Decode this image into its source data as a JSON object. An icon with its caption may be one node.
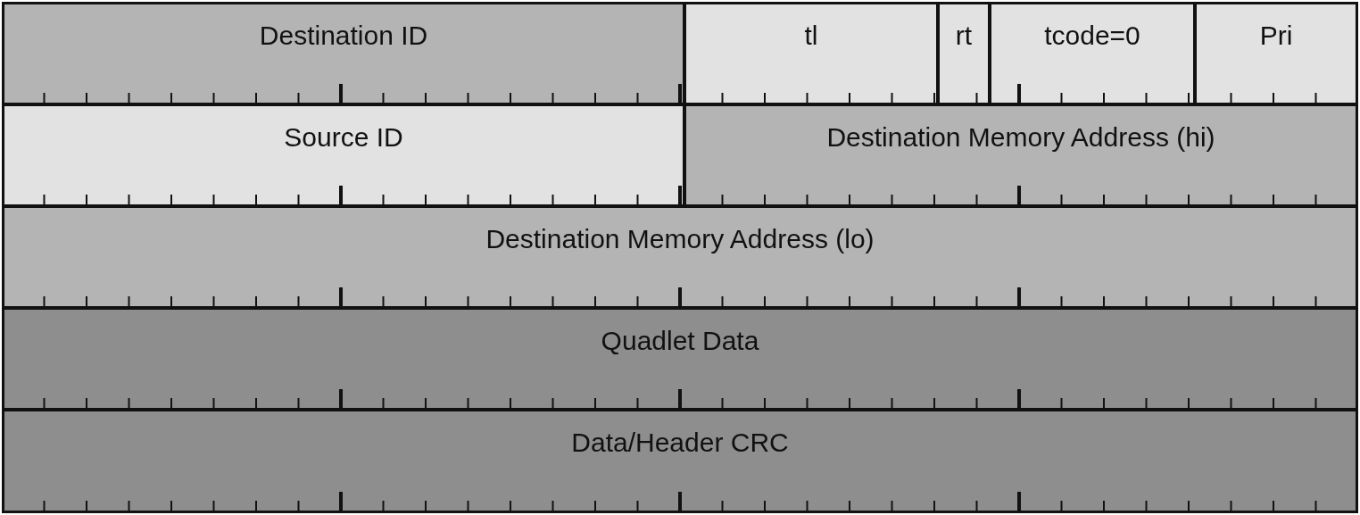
{
  "diagram": {
    "nodes": [
      {
        "text": [
          "Destination ID"
        ]
      },
      {
        "text": [
          "tl"
        ]
      },
      {
        "text": [
          "rt"
        ]
      },
      {
        "text": [
          "tcode=0"
        ]
      },
      {
        "text": [
          "Pri"
        ]
      },
      {
        "text": [
          "Source ID"
        ]
      },
      {
        "text": [
          "Destination Memory Address (hi)"
        ]
      },
      {
        "text": [
          "Destination Memory Address (lo)"
        ]
      },
      {
        "text": [
          "Quadlet Data"
        ]
      },
      {
        "text": [
          "Data/Header CRC"
        ]
      }
    ]
  }
}
